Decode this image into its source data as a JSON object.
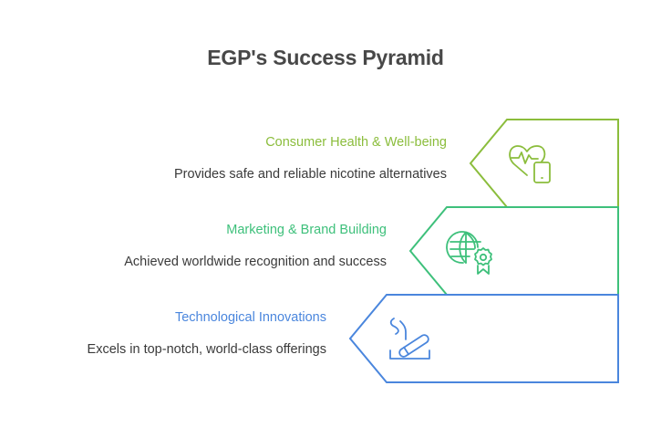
{
  "title": "EGP's Success Pyramid",
  "levels": [
    {
      "heading": "Consumer Health & Well-being",
      "description": "Provides safe and reliable nicotine alternatives",
      "icon": "heart-pulse-tablet-icon",
      "color": "#8bbd3c"
    },
    {
      "heading": "Marketing & Brand Building",
      "description": "Achieved worldwide recognition and success",
      "icon": "globe-award-icon",
      "color": "#3ec07b"
    },
    {
      "heading": "Technological Innovations",
      "description": "Excels in top-notch, world-class offerings",
      "icon": "cigarette-ashtray-icon",
      "color": "#4a86dd"
    }
  ]
}
